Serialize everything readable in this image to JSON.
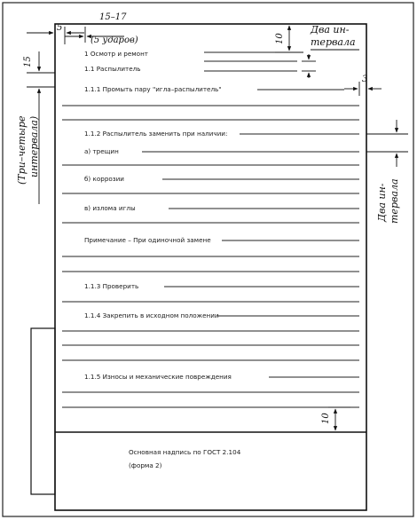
{
  "lines": {
    "l1": "1  Осмотр и ремонт",
    "l2": "1.1 Распылитель",
    "l3": "1.1.1 Промыть пару \"игла–распылитель\"",
    "l4": "1.1.2 Распылитель заменить при наличии:",
    "l5": "а)  трещин",
    "l6": "б) коррозии",
    "l7": "в)  излома иглы",
    "l8": "Примечание – При одиночной замене",
    "l9": "1.1.3 Проверить",
    "l10": "1.1.4 Закрепить в исходном положении",
    "l11": "1.1.5 Износы и механические повреждения"
  },
  "stamp": {
    "line1": "Основная надпись по ГОСТ 2.104",
    "line2": "(форма 2)"
  },
  "annotations": {
    "left_margin": "5",
    "indent_top": "15–17",
    "indent_bottom": "(5 ударов)",
    "top_gap": "10",
    "two_intervals_top_1": "Два ин-",
    "two_intervals_top_2": "тервала",
    "left_offset": "15",
    "three_four_1": "(Три–четыре",
    "three_four_2": "интервала)",
    "right_margin": "3",
    "two_intervals_right_1": "Два ин-",
    "two_intervals_right_2": "тервала",
    "bottom_gap": "10"
  }
}
